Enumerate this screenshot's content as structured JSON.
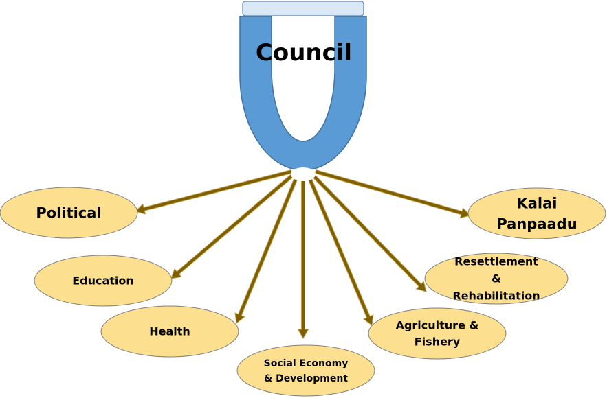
{
  "title": "Council",
  "colors": {
    "cup_fill": "#5b9bd5",
    "cup_edge": "#41719c",
    "cap_fill": "#dae7f5",
    "node_fill": "#fde08f",
    "node_edge": "#7f7f7f",
    "arrow_fill": "#7f6000",
    "arrow_edge": "#c09a40"
  },
  "nodes": [
    {
      "id": "political",
      "lines": [
        "Political"
      ]
    },
    {
      "id": "education",
      "lines": [
        "Education"
      ]
    },
    {
      "id": "health",
      "lines": [
        "Health"
      ]
    },
    {
      "id": "social-economy",
      "lines": [
        "Social Economy",
        "& Development"
      ]
    },
    {
      "id": "agriculture",
      "lines": [
        "Agriculture &",
        "Fishery"
      ]
    },
    {
      "id": "resettlement",
      "lines": [
        "Resettlement",
        "&",
        "Rehabilitation"
      ]
    },
    {
      "id": "kalai-panpaadu",
      "lines": [
        "Kalai",
        "Panpaadu"
      ]
    }
  ]
}
